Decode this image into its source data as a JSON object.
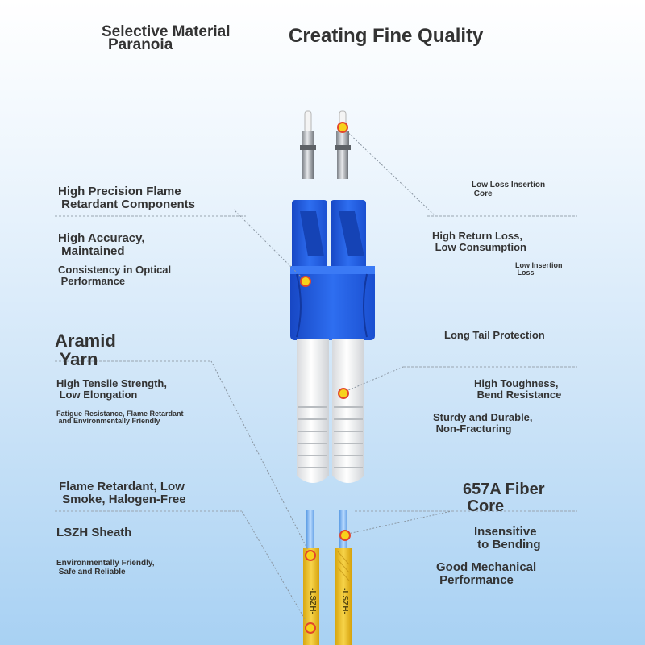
{
  "header": {
    "left_line1": "Selective Material",
    "left_line2": "Paranoia",
    "title": "Creating Fine Quality"
  },
  "left_labels": {
    "high_precision": "High Precision Flame\n Retardant Components",
    "high_accuracy": "High Accuracy,\n Maintained",
    "consistency": "Consistency in Optical\n Performance",
    "aramid": "Aramid\n Yarn",
    "tensile": "High Tensile Strength,\n Low Elongation",
    "fatigue": "Fatigue Resistance, Flame Retardant\n and Environmentally Friendly",
    "flame_low_smoke": "Flame Retardant, Low\n Smoke, Halogen-Free",
    "lszh_sheath": "LSZH Sheath",
    "env_friendly": "Environmentally Friendly,\n Safe and Reliable"
  },
  "right_labels": {
    "low_loss_core": "Low Loss Insertion\n Core",
    "high_return": "High Return Loss,\n Low Consumption",
    "low_insertion_loss": "Low Insertion\n Loss",
    "long_tail": "Long Tail Protection",
    "toughness": "High Toughness,\n Bend Resistance",
    "sturdy": "Sturdy and Durable,\n Non-Fracturing",
    "fiber_core": "657A Fiber\n Core",
    "insensitive": "Insensitive\n to Bending",
    "mechanical": "Good Mechanical\n Performance"
  },
  "cable_print": "-LSZH-",
  "colors": {
    "connector_blue": "#1e55d6",
    "ferrule_metal": "#b8bcc2",
    "boot_white": "#f2f2f2",
    "cable_yellow": "#f2c21a",
    "fiber_blue": "#7bb4ee",
    "marker_yellow": "#f7d21b",
    "marker_red": "#e2462b"
  }
}
